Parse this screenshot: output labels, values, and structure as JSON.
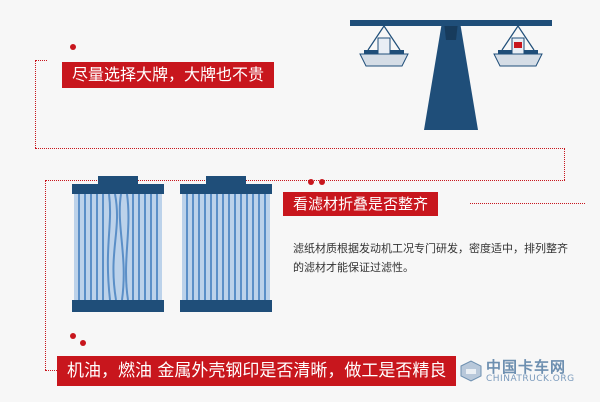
{
  "banners": {
    "top": "尽量选择大牌，大牌也不贵",
    "middle": "看滤材折叠是否整齐",
    "bottom": "机油，燃油 金属外壳钢印是否清晰，做工是否精良"
  },
  "description": "滤纸材质根据发动机工况专门研发，密度适中，排列整齐的滤材才能保证过滤性。",
  "watermark": {
    "cn": "中国卡车网",
    "en": "CHINATRUCK.ORG"
  },
  "icons": {
    "scale": "balance-scale-icon",
    "filter_messy": "messy-filter-icon",
    "filter_neat": "neat-filter-icon",
    "truck": "truck-logo-icon"
  },
  "colors": {
    "accent_red": "#c8161d",
    "navy": "#1f4e79",
    "filter_blue": "#5b8fc7",
    "text": "#333333"
  }
}
